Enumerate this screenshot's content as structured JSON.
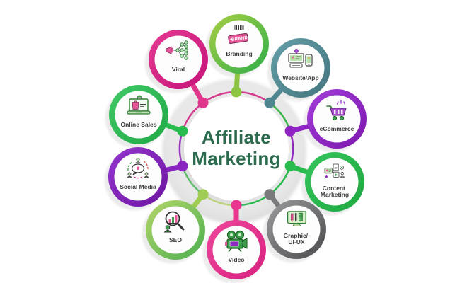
{
  "diagram_title": {
    "line1": "Affiliate",
    "line2": "Marketing",
    "color": "#2b6a4d"
  },
  "ring": {
    "segment_colors": [
      "#d63a8e",
      "#3bb54a",
      "#8f2bbf",
      "#2abb4f",
      "#2abb4f",
      "#b8d16a",
      "#3bb54a",
      "#8f2bbf",
      "#d63a8e",
      "#d63a8e"
    ]
  },
  "satellites": [
    {
      "label": "Branding",
      "icon": "brand-tag-icon",
      "icon_text": "BRAND",
      "color1": "#a9cf44",
      "color2": "#2eae4a",
      "accent": "#8bc541"
    },
    {
      "label": "Website/App",
      "icon": "monitor-phone-icon",
      "color1": "#639ea8",
      "color2": "#44767e",
      "accent": "#4f858f"
    },
    {
      "label": "eCommerce",
      "icon": "shopping-cart-icon",
      "color1": "#a33fd8",
      "color2": "#7c16ad",
      "accent": "#8f23c4"
    },
    {
      "label": "Content Marketing",
      "label_line1": "Content",
      "label_line2": "Marketing",
      "icon": "content-cluster-icon",
      "color1": "#35c45c",
      "color2": "#1ea93f",
      "accent": "#2abb4f"
    },
    {
      "label": "Graphic/UI-UX",
      "label_line1": "Graphic/",
      "label_line2": "UI-UX",
      "icon": "design-monitor-icon",
      "color1": "#9c9c9e",
      "color2": "#4a4a4c",
      "accent": "#7a7a7c"
    },
    {
      "label": "Video",
      "icon": "movie-camera-icon",
      "color1": "#f0479c",
      "color2": "#d62180",
      "accent": "#e8378f"
    },
    {
      "label": "SEO",
      "icon": "magnifier-chart-icon",
      "color1": "#b5d66b",
      "color2": "#4caf50",
      "accent": "#9fcd53"
    },
    {
      "label": "Social Media",
      "icon": "chat-people-icon",
      "color1": "#9537cf",
      "color2": "#6d14a0",
      "accent": "#8a25c1"
    },
    {
      "label": "Online Sales",
      "icon": "laptop-bag-icon",
      "color1": "#42c968",
      "color2": "#1fa846",
      "accent": "#2abb4f"
    },
    {
      "label": "Viral",
      "icon": "megaphone-network-icon",
      "color1": "#e43a90",
      "color2": "#c4137a",
      "accent": "#e0368c"
    }
  ]
}
